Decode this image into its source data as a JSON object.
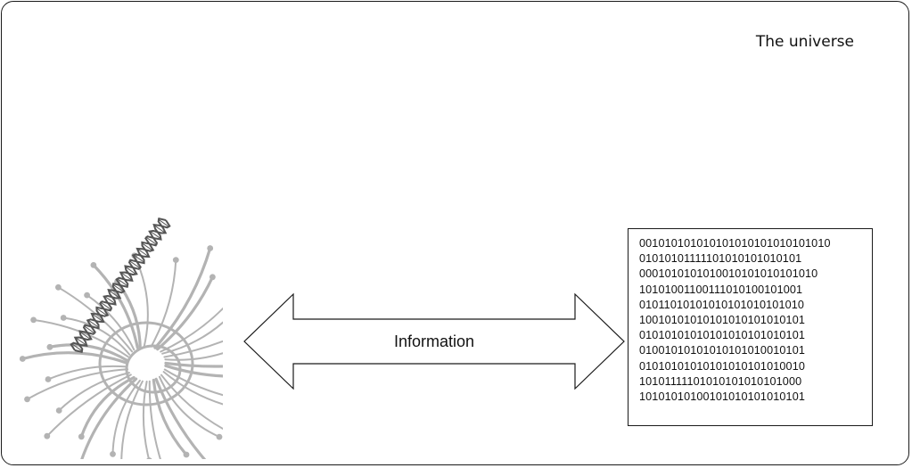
{
  "universe": {
    "label": "The universe"
  },
  "arrow": {
    "label": "Information"
  },
  "binary": {
    "lines": [
      "001010101010101010101010101010",
      "01010101111101010101010101",
      "0001010101010010101010101010",
      "10101001100111010100101001",
      "01011010101010101010101010",
      "10010101010101010101010101",
      "01010101010101010101010101",
      "01001010101010101010010101",
      "01010101010101010101010010",
      "10101111101010101010101000",
      "10101010100101010101010101"
    ]
  },
  "colors": {
    "shell": "#b3b3b3",
    "helix": "#555555",
    "stroke": "#1a1a1a"
  }
}
